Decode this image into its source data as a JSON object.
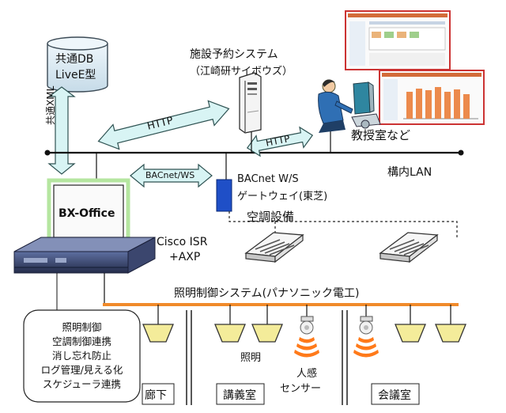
{
  "db": {
    "line1": "共通DB",
    "line2": "LiveE型"
  },
  "reservation": {
    "line1": "施設予約システム",
    "line2": "（江崎研サイボウズ）"
  },
  "arrows": {
    "xml": "共通XML",
    "http_top": "HTTP",
    "http_right": "HTTP",
    "bacnet_ws": "BACnet/WS"
  },
  "faculty_label": "教授室など",
  "campus_lan": "構内LAN",
  "gateway": {
    "line1": "BACnet W/S",
    "line2": "ゲートウェイ(東芝)"
  },
  "bx_office": "BX-Office",
  "cisco": {
    "line1": "Cisco ISR",
    "line2": "+AXP"
  },
  "hvac": "空調設備",
  "lighting_system": "照明制御システム(パナソニック電工)",
  "callout_lines": [
    "照明制御",
    "空調制御連携",
    "消し忘れ防止",
    "ログ管理/見える化",
    "スケジューラ連携"
  ],
  "lighting": "照明",
  "sensor": {
    "line1": "人感",
    "line2": "センサー"
  },
  "rooms": {
    "corridor": "廊下",
    "lecture": "講義室",
    "meeting": "会議室"
  },
  "colors": {
    "arrow_fill": "#d8f4f4",
    "arrow_stroke": "#2e5252",
    "bx_border": "#b5e6a0",
    "gateway_blue": "#1f4fc7",
    "lighting_bus": "#f08a2a",
    "lamp_fill": "#f4ec9a",
    "sensor_orange": "#ff7a1a"
  }
}
